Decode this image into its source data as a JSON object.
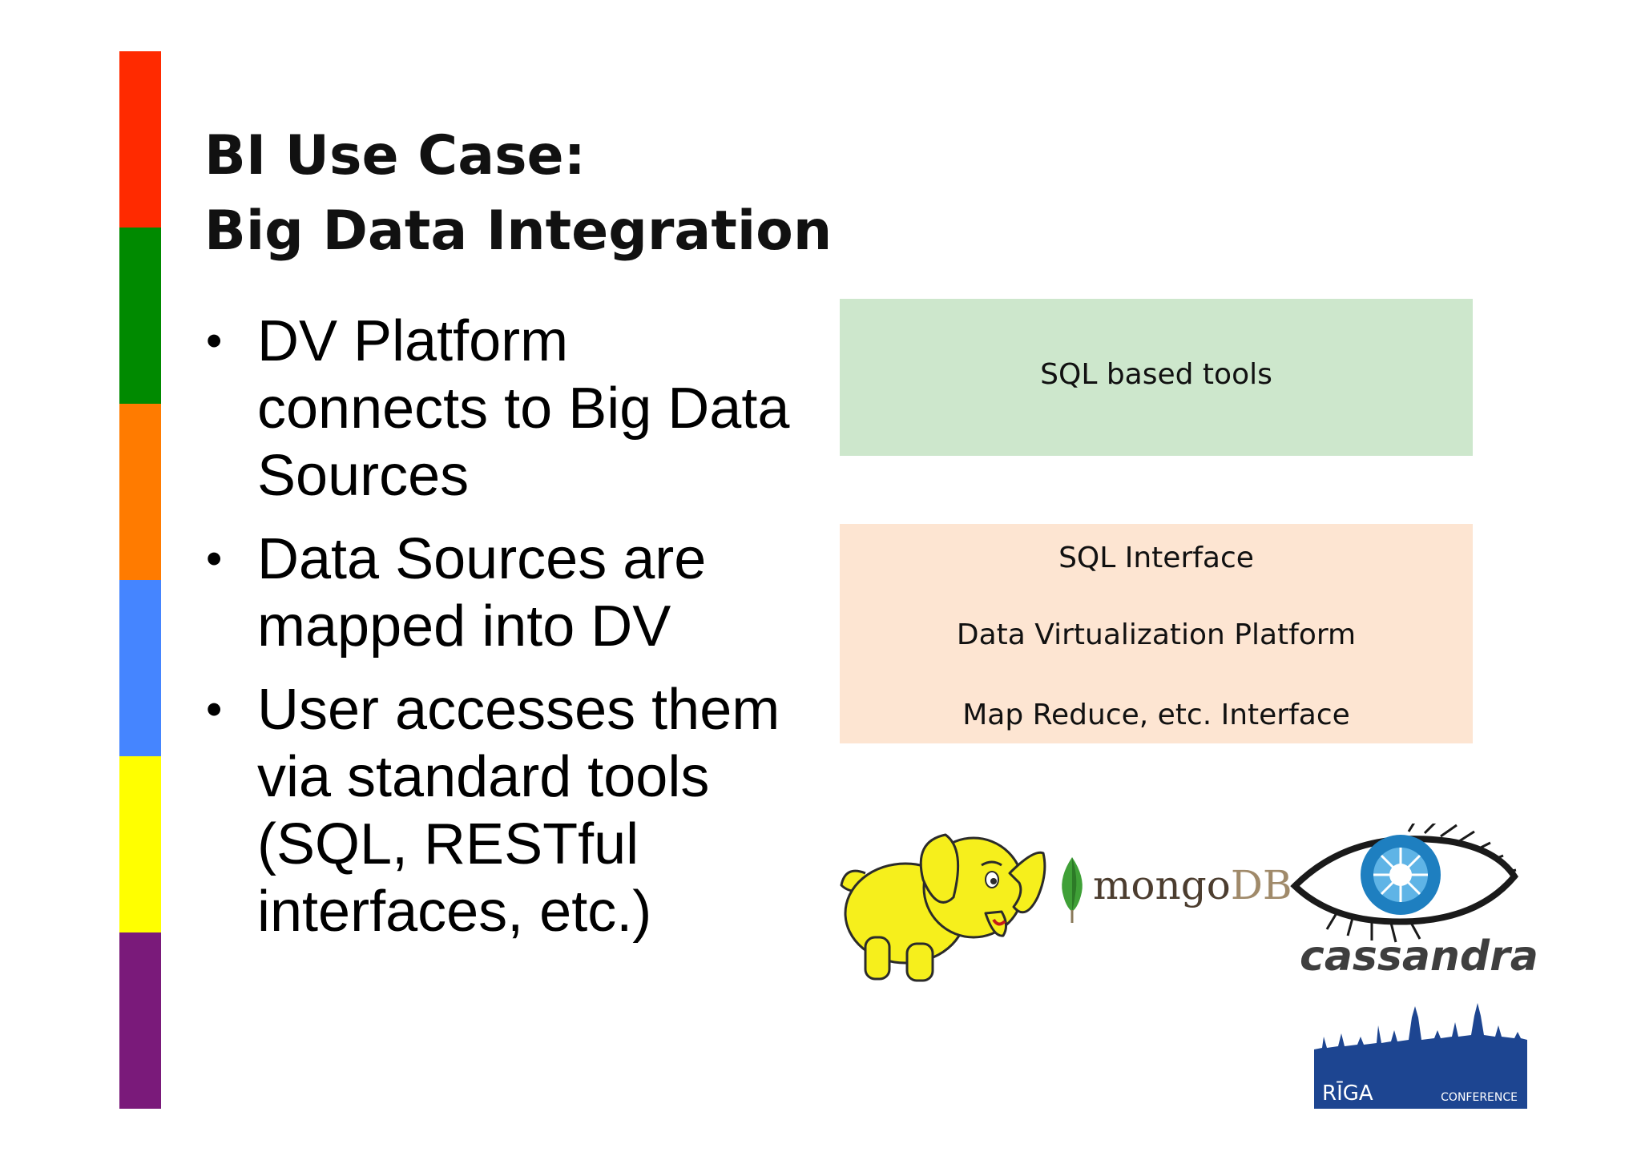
{
  "slide": {
    "title_lines": [
      "BI Use Case:",
      "Big Data Integration"
    ],
    "bullets": [
      {
        "lines": [
          "DV Platform",
          "connects to Big Data",
          "Sources"
        ]
      },
      {
        "lines": [
          "Data Sources are",
          "mapped into DV"
        ]
      },
      {
        "lines": [
          "User accesses them",
          "via standard tools",
          "(SQL, RESTful",
          "interfaces, etc.)"
        ]
      }
    ],
    "bullet_glyph": "•"
  },
  "diagram": {
    "top_box": {
      "label": "SQL based tools",
      "color": "#cde7cc"
    },
    "middle_box": {
      "color": "#fde5d2",
      "lines": [
        "SQL Interface",
        "Data Virtualization Platform",
        "Map Reduce, etc. Interface"
      ]
    }
  },
  "logos": {
    "hadoop": {
      "icon": "hadoop-elephant-icon"
    },
    "mongodb": {
      "word_main": "mongo",
      "word_suffix": "DB",
      "icon": "mongodb-leaf-icon"
    },
    "cassandra": {
      "word": "cassandra",
      "icon": "cassandra-eye-icon"
    },
    "riga": {
      "word": "RĪGA",
      "sub": "CONFERENCE",
      "icon": "riga-skyline-icon"
    }
  },
  "stripe_colors": [
    "#ff2a00",
    "#008a00",
    "#ff7b00",
    "#4585ff",
    "#ffff00",
    "#7a1a7a"
  ]
}
